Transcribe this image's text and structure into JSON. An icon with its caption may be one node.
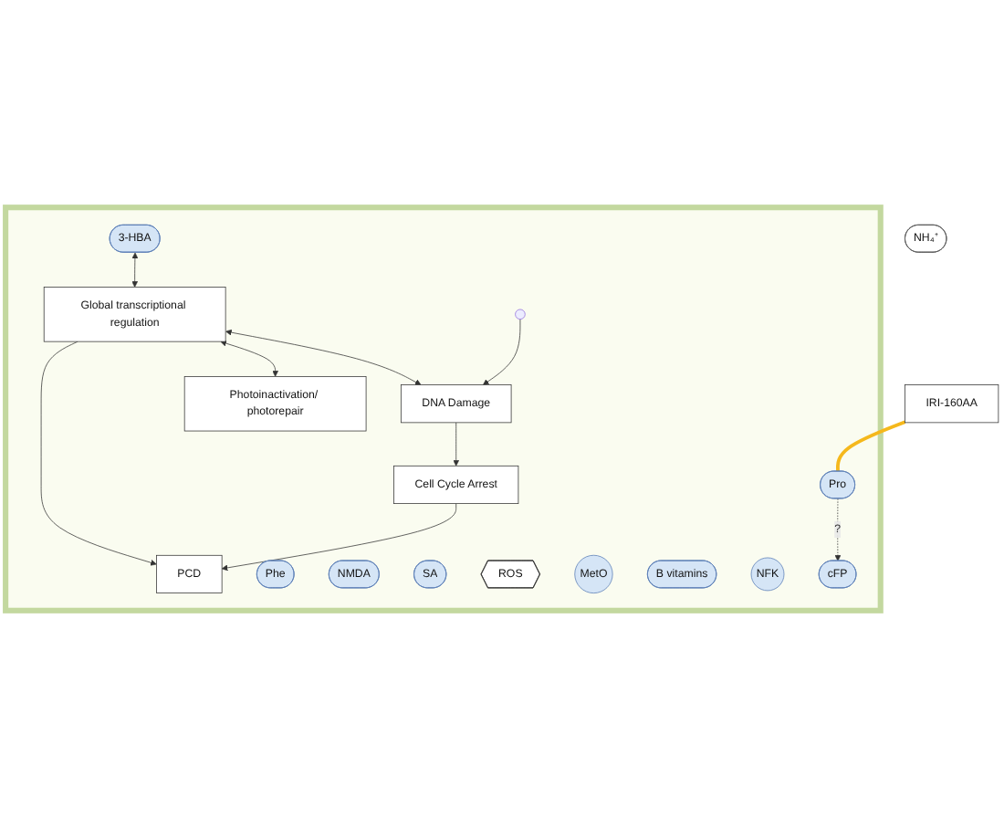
{
  "diagram": {
    "nodes": [
      {
        "text": [
          "IRI-160AA"
        ]
      },
      {
        "text": [
          "NH₄⁺"
        ]
      },
      {
        "text": [],
        "shape": "box"
      },
      {
        "text": [
          "Pro"
        ],
        "in": 2
      },
      {
        "text": [
          "cFP"
        ],
        "in": 2
      },
      {
        "text": [
          "Phe"
        ],
        "in": 2
      },
      {
        "text": [
          "NMDA"
        ],
        "in": 2
      },
      {
        "text": [
          "SA"
        ],
        "in": 2
      },
      {
        "text": [
          "ROS"
        ],
        "in": 2
      },
      {
        "text": [
          "MetO"
        ],
        "in": 2
      },
      {
        "text": [
          "B vitamins"
        ],
        "in": 2
      },
      {
        "text": [
          "NFK"
        ],
        "in": 2
      },
      {
        "text": [
          "3-HBA"
        ],
        "in": 2
      },
      {
        "text": [
          "DNA Damage"
        ],
        "in": 2
      },
      {
        "text": [
          "Global transcriptional regulation"
        ],
        "in": 2
      },
      {
        "text": [
          "Cell Cycle Arrest"
        ],
        "in": 2
      },
      {
        "text": [
          "Photoinactivation/ photorepair"
        ],
        "in": 2
      },
      {
        "text": [
          "PCD"
        ],
        "in": 2
      }
    ],
    "edges": [
      {
        "from": 0,
        "to": 3,
        "arrow": "none",
        "style": "thick",
        "color": "#f5b81c"
      },
      {
        "from": 3,
        "to": 4,
        "arrow": "to",
        "label": "?",
        "style": "dashed"
      },
      {
        "from": null,
        "to": 13,
        "arrow": "to"
      },
      {
        "from": 12,
        "to": 14,
        "arrow": "both"
      },
      {
        "from": 14,
        "to": 13,
        "arrow": "both"
      },
      {
        "from": 13,
        "to": 15,
        "arrow": "to"
      },
      {
        "from": 14,
        "to": 16,
        "arrow": "both"
      },
      {
        "from": 14,
        "to": 17,
        "arrow": "to"
      },
      {
        "from": 15,
        "to": 17,
        "arrow": "to"
      }
    ]
  }
}
